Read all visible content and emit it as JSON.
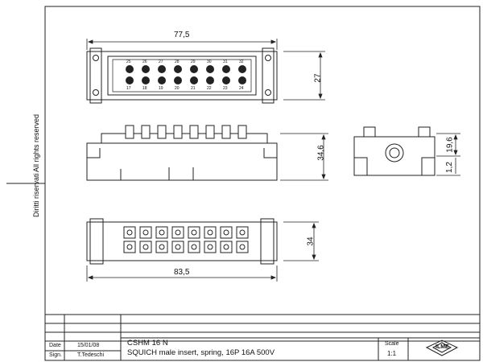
{
  "side_notes": {
    "rights_it": "Diritti riservati",
    "rights_en": "All rights reserved"
  },
  "dimensions": {
    "top_width": "77,5",
    "top_height": "27",
    "side_height": "34,6",
    "end_height_a": "19,6",
    "end_height_b": "1,2",
    "bottom_height": "34",
    "bottom_width": "83,5"
  },
  "pins": {
    "top_row": [
      "25",
      "26",
      "27",
      "28",
      "29",
      "30",
      "31",
      "32"
    ],
    "bottom_row": [
      "17",
      "18",
      "19",
      "20",
      "21",
      "22",
      "23",
      "24"
    ]
  },
  "title_block": {
    "date_label": "Date",
    "date_value": "15/01/08",
    "sign_label": "Sign.",
    "sign_value": "T.Tedeschi",
    "part_code": "CSHM 16 N",
    "description": "SQUICH male insert, spring,  16P 16A 500V",
    "scale_label": "Scale",
    "scale_value": "1:1",
    "logo_text": "ILME"
  }
}
